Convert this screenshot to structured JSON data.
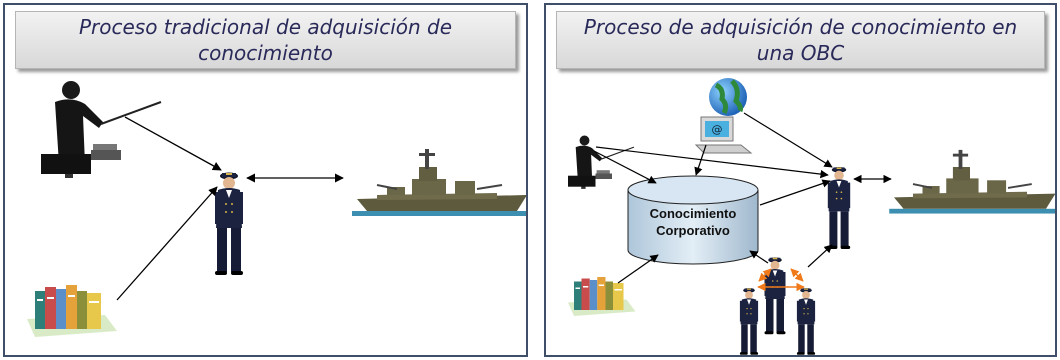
{
  "left_panel": {
    "title": "Proceso tradicional de adquisición de conocimiento"
  },
  "right_panel": {
    "title": "Proceso de adquisición de conocimiento en una OBC",
    "database_line1": "Conocimiento",
    "database_line2": "Corporativo"
  },
  "colors": {
    "border": "#3f4f6a",
    "title_text": "#2a2a5a",
    "uniform": "#1c2340",
    "ship": "#5e5a3e",
    "sea": "#3c8fb0",
    "cylinder": "#c9dbe9",
    "arrow": "#000000",
    "peer_arrow": "#f07a1a"
  },
  "icons": [
    "teacher-icon",
    "officer-icon",
    "warship-icon",
    "books-icon",
    "globe-icon",
    "computer-icon",
    "database-icon"
  ]
}
